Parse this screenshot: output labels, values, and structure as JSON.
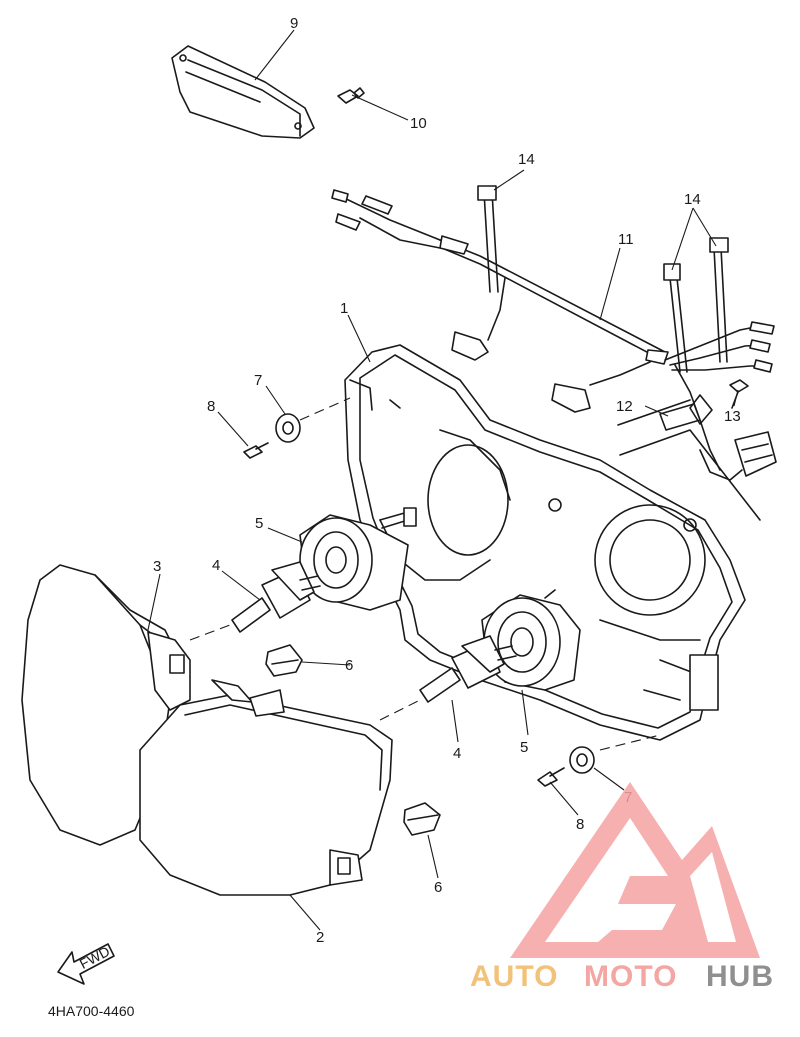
{
  "diagram": {
    "part_code": "4HA700-4460",
    "fwd_label": "FWD",
    "callouts": {
      "p1": "1",
      "p2": "2",
      "p3": "3",
      "p4a": "4",
      "p4b": "4",
      "p5a": "5",
      "p5b": "5",
      "p6a": "6",
      "p6b": "6",
      "p7a": "7",
      "p7b": "7",
      "p8a": "8",
      "p8b": "8",
      "p9": "9",
      "p10": "10",
      "p11": "11",
      "p12": "12",
      "p13": "13",
      "p14a": "14",
      "p14b": "14"
    }
  },
  "watermark": {
    "part1": "AUTO",
    "part2": "MOTO",
    "part3": "HUB",
    "colors": {
      "auto": "#f2c27a",
      "moto": "#f4a6a3",
      "hub": "#8f8f8f",
      "logo": "#f5a3a3"
    }
  }
}
